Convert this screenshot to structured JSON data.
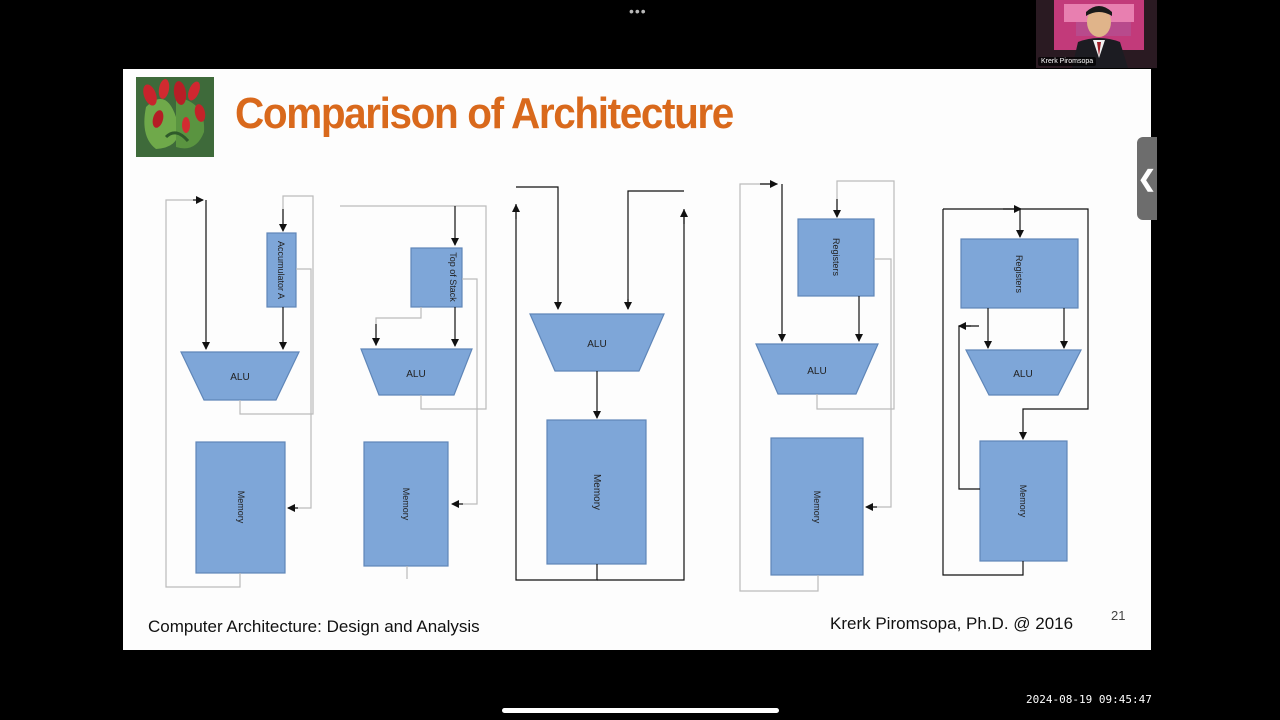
{
  "toolbar": {
    "more_glyph": "•••"
  },
  "participant": {
    "name": "Krerk Piromsopa"
  },
  "slide": {
    "title": "Comparison of Architecture",
    "footer_left": "Computer Architecture: Design and Analysis",
    "footer_right": "Krerk Piromsopa, Ph.D. @ 2016",
    "page_number": "21",
    "labels": {
      "accumulator": "Accumulator A",
      "top_of_stack": "Top of Stack",
      "registers": "Registers",
      "alu": "ALU",
      "memory": "Memory"
    }
  },
  "side_panel": {
    "collapse_glyph": "❮"
  },
  "recording": {
    "timestamp": "2024-08-19 09:45:47"
  },
  "colors": {
    "slide_background": "#fdfdfd",
    "title": "#d9691c",
    "block_fill": "#7ea6d8",
    "block_stroke": "#5f86b8"
  }
}
